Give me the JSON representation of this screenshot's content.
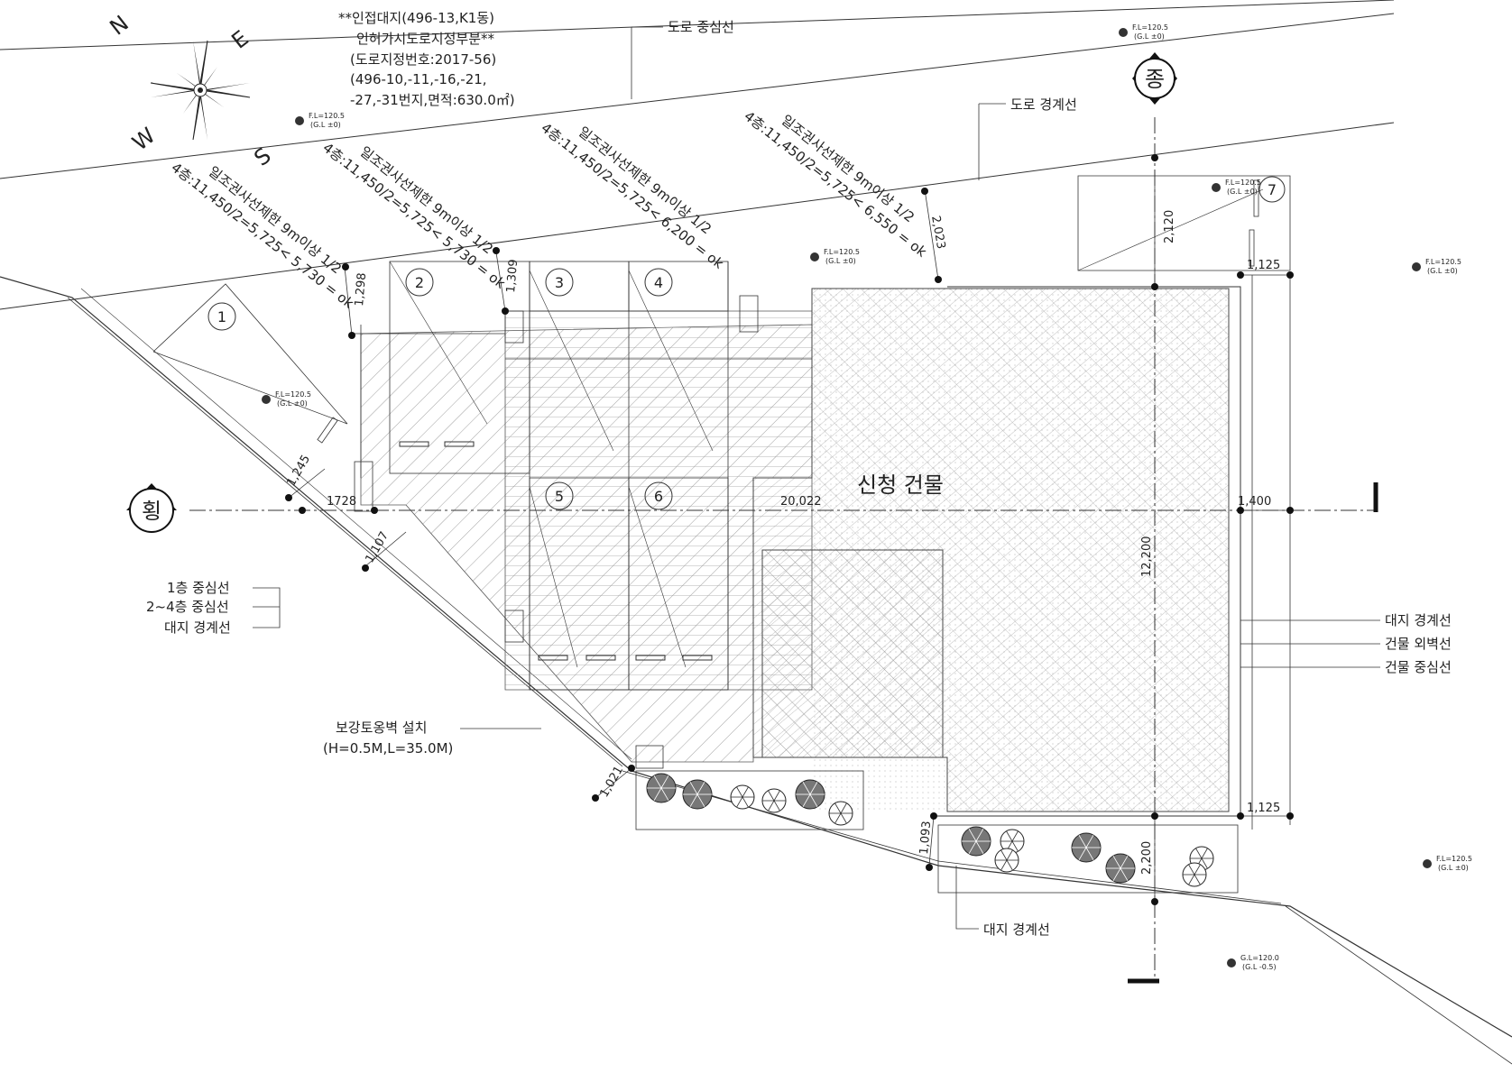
{
  "compass": {
    "n": "N",
    "e": "E",
    "s": "S",
    "w": "W"
  },
  "notes": {
    "adjacent_site": [
      "**인접대지(496-13,K1동)",
      "인허가시도로지정부분**",
      "(도로지정번호:2017-56)",
      "(496-10,-11,-16,-21,",
      "-27,-31번지,면적:630.0㎡)"
    ],
    "retaining_wall": [
      "보강토옹벽 설치",
      "(H=0.5M,L=35.0M)"
    ]
  },
  "labels": {
    "road_centerline": "도로 중심선",
    "road_boundary": "도로 경계선",
    "floor1_centerline": "1층 중심선",
    "floor2_4_centerline": "2~4층 중심선",
    "site_boundary_left": "대지 경계선",
    "site_boundary_right": "대지 경계선",
    "building_exterior_wall": "건물 외벽선",
    "building_centerline": "건물 중심선",
    "site_boundary_bottom": "대지 경계선",
    "building": "신청 건물",
    "section_long": "종",
    "section_cross": "횡"
  },
  "sunlight": [
    {
      "line1": "일조권사선제한 9m이상 1/2",
      "line2": "4층:11,450/2=5,725< 5,730 = ok"
    },
    {
      "line1": "일조권사선제한 9m이상 1/2",
      "line2": "4층:11,450/2=5,725< 5,730 = ok"
    },
    {
      "line1": "일조권사선제한 9m이상 1/2",
      "line2": "4층:11,450/2=5,725< 6,200 = ok"
    },
    {
      "line1": "일조권사선제한 9m이상 1/2",
      "line2": "4층:11,450/2=5,725< 6,550 = ok"
    }
  ],
  "dimensions": {
    "d1298": "1,298",
    "d1309": "1,309",
    "d2023": "2,023",
    "d2120": "2,120",
    "d1125_top": "1,125",
    "d1245": "1,245",
    "d1728": "1728",
    "d20022": "20,022",
    "d1400": "1,400",
    "d12200": "12,200",
    "d1107": "1,107",
    "d1021": "1,021",
    "d1125_bottom": "1,125",
    "d1093": "1,093",
    "d2200": "2,200"
  },
  "markers": [
    "1",
    "2",
    "3",
    "4",
    "5",
    "6",
    "7"
  ],
  "levels": [
    {
      "fl": "F.L=120.5",
      "gl": "(G.L ±0)"
    },
    {
      "fl": "F.L=120.5",
      "gl": "(G.L ±0)"
    },
    {
      "fl": "F.L=120.5",
      "gl": "(G.L ±0)"
    },
    {
      "fl": "F.L=120.5",
      "gl": "(G.L ±0)"
    },
    {
      "fl": "F.L=120.5",
      "gl": "(G.L ±0)"
    },
    {
      "fl": "F.L=120.5",
      "gl": "(G.L ±0)"
    },
    {
      "fl": "F.L=120.5",
      "gl": "(G.L ±0)"
    },
    {
      "fl": "G.L=120.0",
      "gl": "(G.L -0.5)"
    }
  ]
}
